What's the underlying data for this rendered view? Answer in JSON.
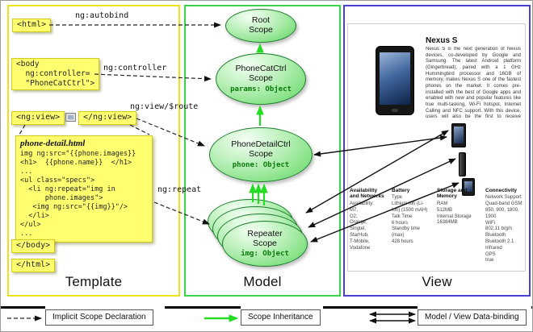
{
  "colors": {
    "template_border": "#ece31e",
    "model_border": "#3bd54b",
    "view_border": "#4b3fd1",
    "code_box_bg": "#ffff70",
    "scope_fill": "#7ee07e",
    "scope_stroke": "#1d7d2c",
    "inheritance_arrow": "#23dd23",
    "arrow_black": "#111111"
  },
  "template": {
    "label": "Template",
    "html_open": "<html>",
    "html_close": "</html>",
    "body_open": [
      "<body",
      "  ng:controller=",
      "  \"PhoneCatCtrl\">"
    ],
    "body_close": "</body>",
    "ngview_open": "<ng:view>",
    "ngview_close": "</ng:view>",
    "annotations": {
      "autobind": "ng:autobind",
      "controller": "ng:controller",
      "view_route": "ng:view/$route",
      "repeat": "ng:repeat"
    },
    "code": {
      "title": "phone-detail.html",
      "lines": [
        "img ng:src=\"{{phone.images}}",
        "<h1>  {{phone.name}}  </h1>",
        "...",
        "<ul class=\"specs\">",
        "  <li ng:repeat=\"img in",
        "      phone.images\">",
        "   <img ng:src=\"{{img}}\"/>",
        "  </li>",
        "</ul>",
        "..."
      ]
    }
  },
  "model": {
    "label": "Model",
    "scopes": {
      "root": {
        "title": "Root Scope"
      },
      "phonecat": {
        "title": "PhoneCatCtrl Scope",
        "prop": "params: Object"
      },
      "phonedetail": {
        "title": "PhoneDetailCtrl Scope",
        "prop": "phone: Object"
      },
      "repeater": {
        "title": "Repeater Scope",
        "prop": "img: Object"
      }
    }
  },
  "view": {
    "label": "View",
    "page": {
      "title": "Nexus S",
      "description": "Nexus S is the next generation of Nexus devices, co-developed by Google and Samsung. The latest Android platform (Gingerbread), paired with a 1 GHz Hummingbird processor and 16GB of memory, makes Nexus S one of the fastest phones on the market. It comes pre-installed with the best of Google apps and enabled with new and popular features like true multi-tasking, Wi-Fi hotspot, Internet Calling and NFC support. With this device, users will also be the first to receive software upgrades and new Google mobile apps as soon as they become available. For more details, visit http://www.google.com/nexus.",
      "specs": [
        {
          "heading": "Availability and Networks",
          "rows": [
            "Availability:",
            "M7,",
            "O2,",
            "Orange,",
            "Singtel,",
            "StarHub,",
            "T-Mobile,",
            "Vodafone"
          ]
        },
        {
          "heading": "Battery",
          "rows": [
            "Type",
            "Lithium Ion (Li-Ion) (1500 mAH)",
            "Talk Time",
            "6 hours",
            "Standby time (max)",
            "428 hours"
          ]
        },
        {
          "heading": "Storage and Memory",
          "rows": [
            "RAM",
            "512MB",
            "Internal Storage",
            "16384MB"
          ]
        },
        {
          "heading": "Connectivity",
          "rows": [
            "Network Support",
            "Quad-band GSM: 850, 900, 1800, 1900",
            "WiFi",
            "802.11 b/g/n",
            "Bluetooth",
            "Bluetooth 2.1",
            "Infrared",
            "GPS",
            "true"
          ]
        }
      ]
    }
  },
  "legend": {
    "implicit": "Implicit Scope Declaration",
    "inheritance": "Scope Inheritance",
    "binding": "Model / View Data-binding"
  }
}
